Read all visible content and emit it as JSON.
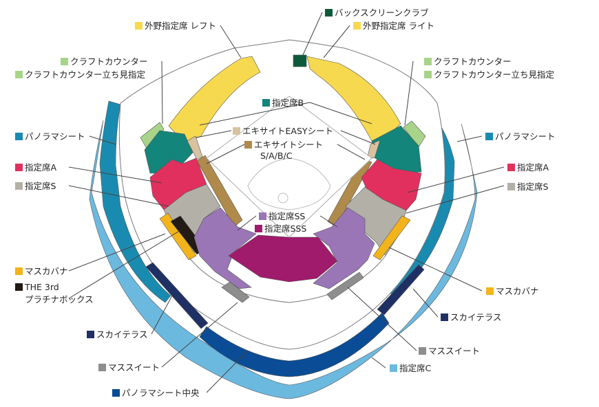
{
  "colors": {
    "outfield": "#f7d94f",
    "backscreen": "#0d5a3b",
    "craft": "#a8d48a",
    "shiteiB": "#13857a",
    "easy": "#d8c3a0",
    "ekisaito": "#b08a4a",
    "panorama": "#1a8bb0",
    "shiteiA": "#e2305e",
    "shiteiS": "#b3b0a8",
    "masukapana": "#f3b41b",
    "platinum": "#221a14",
    "ss": "#9a76b6",
    "sss": "#a01b6c",
    "skyterrace": "#1f3064",
    "massuite": "#8e8e8e",
    "panoramaCenter": "#0a4c96",
    "shiteiC": "#6cb9e0"
  },
  "labels": {
    "outfield_left": "外野指定席 レフト",
    "backscreen_club": "バックスクリーンクラブ",
    "outfield_right": "外野指定席 ライト",
    "craft_counter_l": "クラフトカウンター",
    "craft_stand_l": "クラフトカウンター立ち見指定",
    "craft_counter_r": "クラフトカウンター",
    "craft_stand_r": "クラフトカウンター立ち見指定",
    "shitei_b": "指定席B",
    "easy_seat": "エキサイトEASYシート",
    "excite_seat": "エキサイトシート",
    "excite_sub": "S/A/B/C",
    "panorama_l": "パノラマシート",
    "panorama_r": "パノラマシート",
    "shitei_a_l": "指定席A",
    "shitei_a_r": "指定席A",
    "shitei_s_l": "指定席S",
    "shitei_s_r": "指定席S",
    "shitei_ss": "指定席SS",
    "shitei_sss": "指定席SSS",
    "masukapana_l": "マスカバナ",
    "masukapana_r": "マスカバナ",
    "the3rd_line1": "THE 3rd",
    "the3rd_line2": "プラチナボックス",
    "skyterrace_l": "スカイテラス",
    "skyterrace_r": "スカイテラス",
    "massuite_l": "マススイート",
    "massuite_r": "マススイート",
    "panorama_center": "パノラマシート中央",
    "shitei_c": "指定席C"
  }
}
